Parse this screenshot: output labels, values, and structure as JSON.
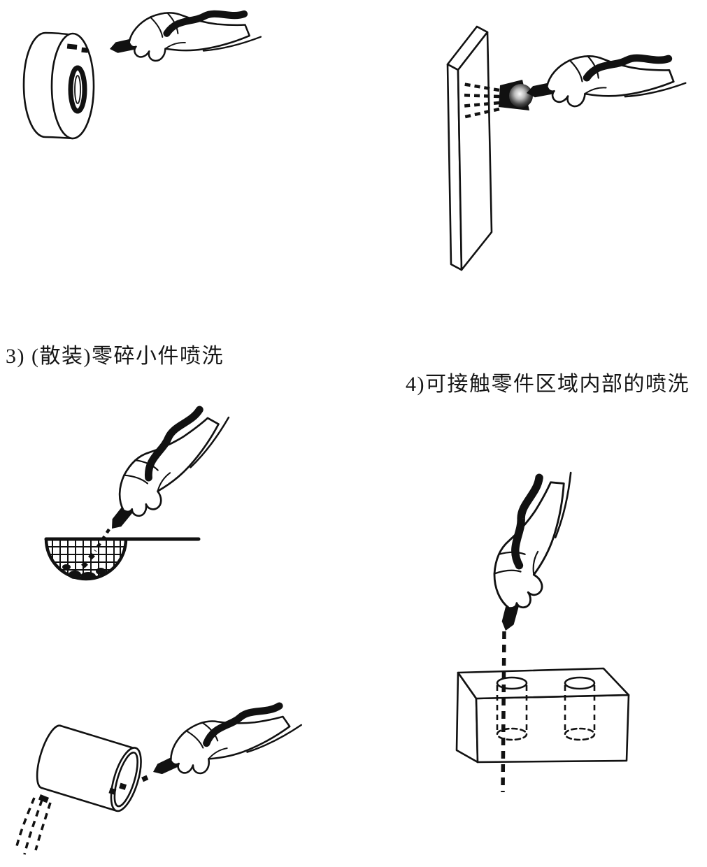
{
  "page": {
    "background_color": "#ffffff",
    "ink_color": "#111111"
  },
  "captions": {
    "item3": "3) (散装)零碎小件喷洗",
    "item4": "4)可接触零件区域内部的喷洗"
  },
  "figures": [
    {
      "name": "spray-into-ring-bore-figure"
    },
    {
      "name": "spray-onto-panel-figure"
    },
    {
      "name": "spray-into-mesh-basket-figure"
    },
    {
      "name": "spray-into-tilted-cylinder-figure"
    },
    {
      "name": "spray-through-block-holes-figure"
    }
  ]
}
